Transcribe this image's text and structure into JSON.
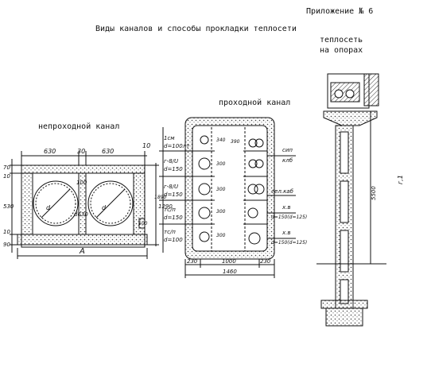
{
  "header": {
    "appendix": "Приложение № 6",
    "title": "Виды каналов и способы прокладки теплосети"
  },
  "sections": {
    "nonpassable": {
      "title": "непроходной канал",
      "dims": {
        "width_left": "630",
        "gap": "30",
        "width_right": "630",
        "right_edge": "10",
        "top_a": "70",
        "top_b": "10",
        "h_left": "530",
        "h_bottom_left": "10",
        "base": "90",
        "height_right": "1290",
        "slab": "100",
        "diam": "d630",
        "d_left": "d",
        "d_right": "d",
        "total": "А",
        "foot": "100"
      }
    },
    "passable": {
      "title": "проходной канал",
      "left_notes": [
        "1см",
        "d=100лт",
        "г-8/U",
        "d=150",
        "г-8/U",
        "d=150",
        "тс/п",
        "d=150",
        "тс/п",
        "d=100"
      ],
      "right_notes": [
        "сип",
        "клб",
        "тел.каб",
        "х.в",
        "d=150(d=125)",
        "х.в",
        "d=150(d=125)"
      ],
      "shelf_dims": [
        "340",
        "300",
        "300",
        "300",
        "300",
        "390"
      ],
      "height": "1890",
      "bottom_dims": [
        "230",
        "1000",
        "230"
      ],
      "total_width": "1460"
    },
    "supports": {
      "title_line1": "теплосеть",
      "title_line2": "на опорах",
      "height": "5500",
      "side_mark": "г,1"
    }
  }
}
